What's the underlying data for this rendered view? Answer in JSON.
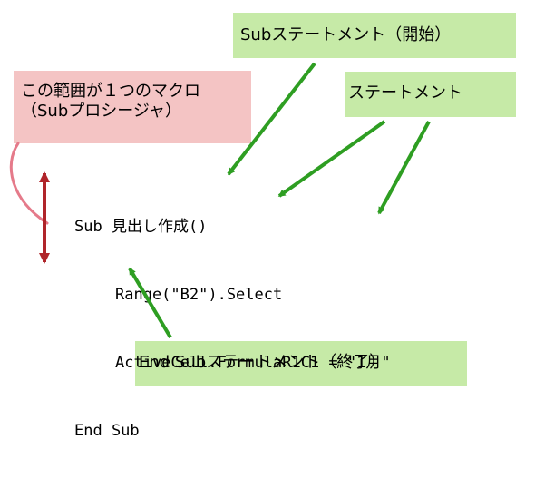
{
  "callouts": {
    "sub_start": "Subステートメント（開始）",
    "statement": "ステートメント",
    "range_line1": "この範囲が１つのマクロ",
    "range_line2": "（Subプロシージャ）",
    "end_sub": "End Subステートメント（終了）"
  },
  "code": {
    "lines": [
      "Sub 見出し作成()",
      "Range(\"B2\").Select",
      "ActiveCell.FormulaR1C1 = \"1月\"",
      "End Sub"
    ]
  },
  "colors": {
    "green_box": "#c6eaa7",
    "pink_box": "#f4c4c4",
    "green_arrow": "#2e9e22",
    "red_arrow": "#b0252a",
    "pink_curve": "#e57a8a"
  }
}
